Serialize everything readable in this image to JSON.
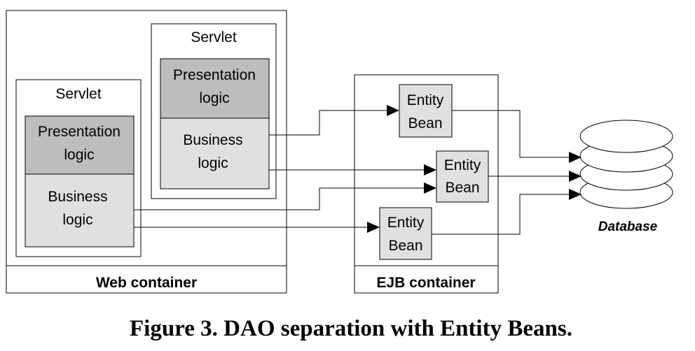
{
  "web_container": {
    "label": "Web container",
    "servlet_front": {
      "title": "Servlet",
      "presentation": [
        "Presentation",
        "logic"
      ],
      "business": [
        "Business",
        "logic"
      ]
    },
    "servlet_back": {
      "title": "Servlet",
      "presentation": [
        "Presentation",
        "logic"
      ],
      "business": [
        "Business",
        "logic"
      ]
    }
  },
  "ejb_container": {
    "label": "EJB container",
    "beans": [
      {
        "line1": "Entity",
        "line2": "Bean"
      },
      {
        "line1": "Entity",
        "line2": "Bean"
      },
      {
        "line1": "Entity",
        "line2": "Bean"
      }
    ]
  },
  "database": {
    "label": "Database"
  },
  "caption": "Figure 3. DAO separation with Entity Beans."
}
